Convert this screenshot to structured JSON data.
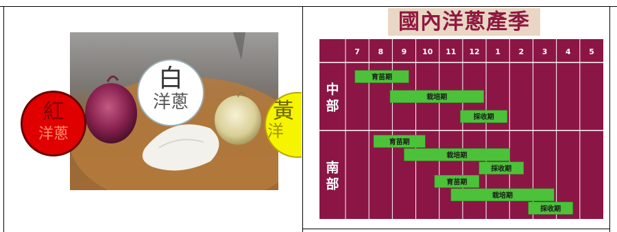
{
  "left_panel": {
    "red_label": [
      "紅",
      "洋蔥"
    ],
    "white_label": [
      "白",
      "洋蔥"
    ],
    "yellow_label": [
      "黃",
      "洋"
    ],
    "colors": {
      "red": "#e00000",
      "yellow": "#f7f400",
      "white": "#ffffff"
    }
  },
  "chart_data": {
    "type": "table",
    "title": "國內洋蔥產季",
    "months": [
      "7",
      "8",
      "9",
      "10",
      "11",
      "12",
      "1",
      "2",
      "3",
      "4",
      "5"
    ],
    "regions": [
      {
        "name": "中部",
        "phases": [
          {
            "label": "育苗期",
            "start": 0.4,
            "end": 2.7
          },
          {
            "label": "栽培期",
            "start": 1.9,
            "end": 5.9
          },
          {
            "label": "採收期",
            "start": 4.9,
            "end": 6.9
          }
        ]
      },
      {
        "name": "南部",
        "phases": [
          {
            "label": "育苗期",
            "start": 1.2,
            "end": 3.4
          },
          {
            "label": "栽培期",
            "start": 2.5,
            "end": 7.0
          },
          {
            "label": "採收期",
            "start": 5.7,
            "end": 7.6
          },
          {
            "label": "育苗期",
            "start": 3.8,
            "end": 5.7
          },
          {
            "label": "栽培期",
            "start": 4.5,
            "end": 8.9
          },
          {
            "label": "採收期",
            "start": 7.8,
            "end": 9.7
          }
        ]
      }
    ],
    "colors": {
      "background": "#8b1645",
      "bar": "#4cc13a",
      "bar_text": "#1a1a1a",
      "grid": "#ffffff",
      "title_bg": "#ead6c4",
      "title_text": "#8e1940"
    }
  }
}
